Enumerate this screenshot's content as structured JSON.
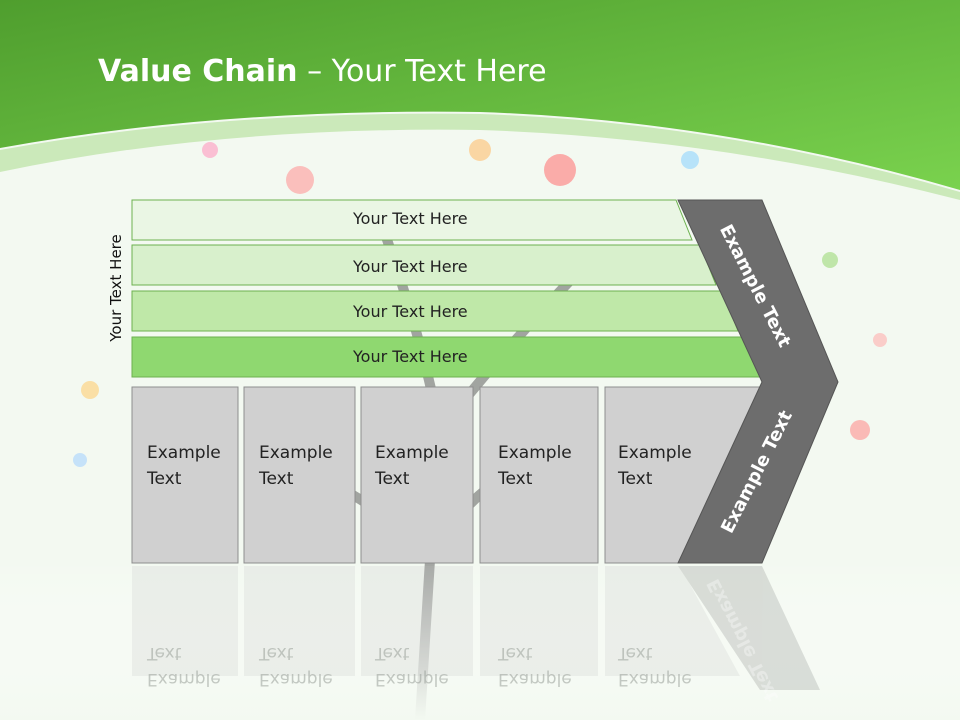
{
  "slide": {
    "title_bold": "Value Chain",
    "title_rest": "– Your Text Here",
    "side_label": "Your Text Here",
    "rows": [
      {
        "label": "Your Text Here",
        "color": "#eaf6e4"
      },
      {
        "label": "Your Text Here",
        "color": "#d8f0cc"
      },
      {
        "label": "Your Text Here",
        "color": "#bfe8a8"
      },
      {
        "label": "Your Text Here",
        "color": "#8fd870"
      }
    ],
    "boxes": [
      {
        "line1": "Example",
        "line2": "Text"
      },
      {
        "line1": "Example",
        "line2": "Text"
      },
      {
        "line1": "Example",
        "line2": "Text"
      },
      {
        "line1": "Example",
        "line2": "Text"
      },
      {
        "line1": "Example",
        "line2": "Text"
      }
    ],
    "chevron_top_label": "Example Text",
    "chevron_bottom_label": "Example Text",
    "colors": {
      "header_green": "#6cc443",
      "box_gray": "#d0d0d0",
      "chevron_gray": "#6d6d6d"
    }
  }
}
